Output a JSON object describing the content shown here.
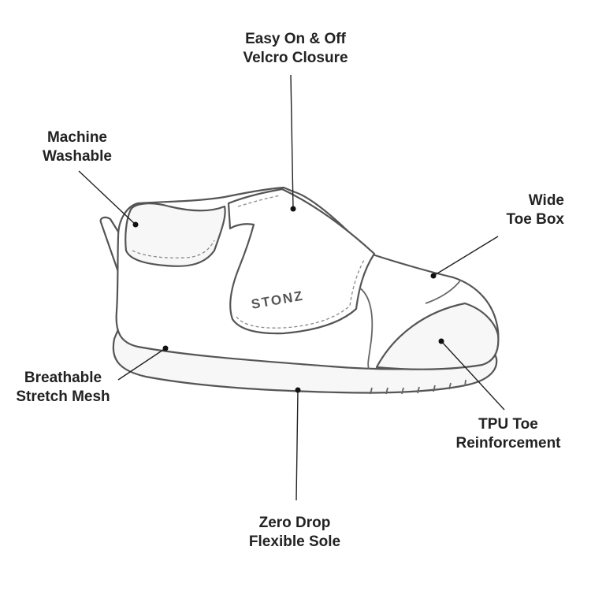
{
  "brand": {
    "logo_text": "STONZ"
  },
  "callouts": {
    "velcro": {
      "line1": "Easy On & Off",
      "line2": "Velcro Closure"
    },
    "washable": {
      "line1": "Machine",
      "line2": "Washable"
    },
    "toebox": {
      "line1": "Wide",
      "line2": "Toe Box"
    },
    "mesh": {
      "line1": "Breathable",
      "line2": "Stretch Mesh"
    },
    "tpu": {
      "line1": "TPU Toe",
      "line2": "Reinforcement"
    },
    "sole": {
      "line1": "Zero Drop",
      "line2": "Flexible Sole"
    }
  },
  "colors": {
    "outline": "#555555",
    "text": "#222222",
    "background": "#ffffff"
  }
}
